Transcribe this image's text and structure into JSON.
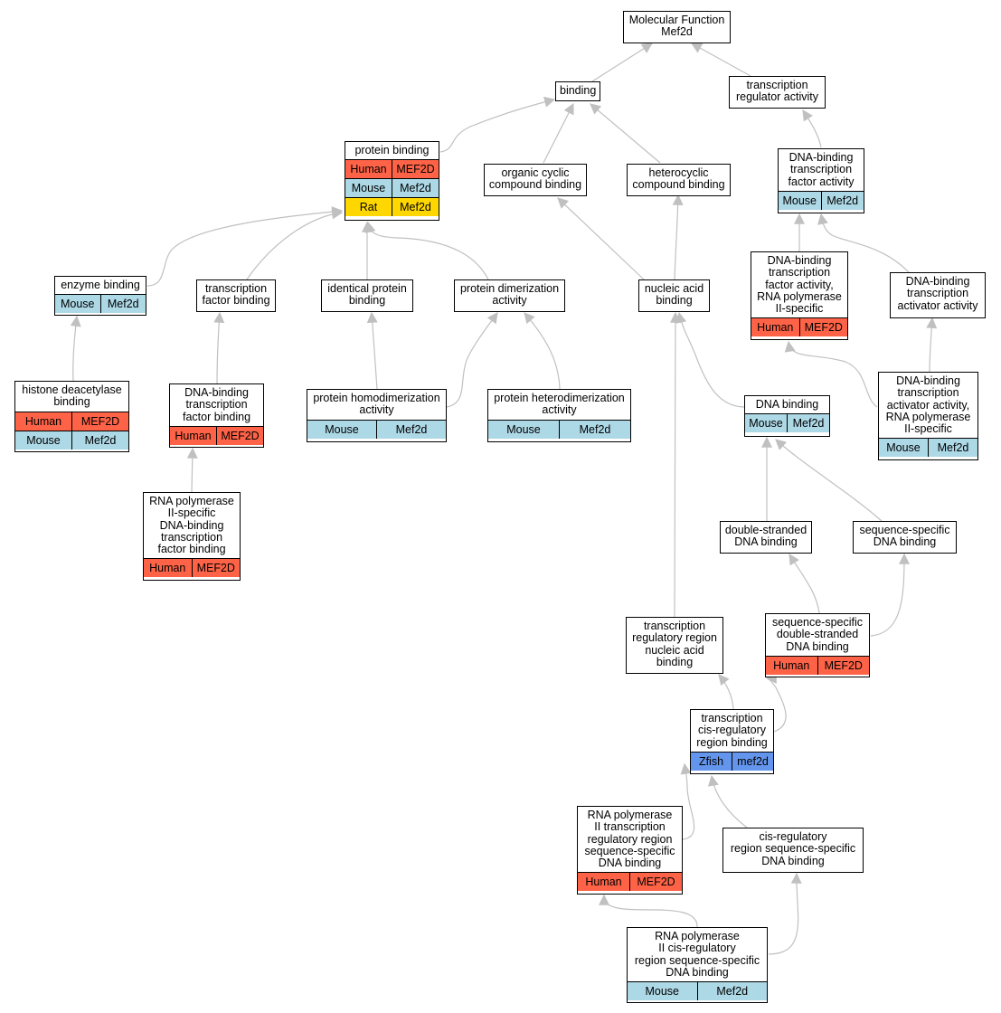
{
  "colors": {
    "edge": "#c0c0c0",
    "Human": "#ff6347",
    "Mouse": "#add8e6",
    "Rat": "#ffd700",
    "Zfish": "#6495ed"
  },
  "nodes": [
    {
      "id": "mf",
      "label": "Molecular Function\nMef2d",
      "rows": []
    },
    {
      "id": "binding",
      "label": "binding",
      "rows": []
    },
    {
      "id": "tra",
      "label": "transcription\nregulator activity",
      "rows": []
    },
    {
      "id": "protein_binding",
      "label": "protein binding",
      "rows": [
        [
          "Human",
          "MEF2D"
        ],
        [
          "Mouse",
          "Mef2d"
        ],
        [
          "Rat",
          "Mef2d"
        ]
      ]
    },
    {
      "id": "organic",
      "label": "organic cyclic\ncompound binding",
      "rows": []
    },
    {
      "id": "heterocyclic",
      "label": "heterocyclic\ncompound binding",
      "rows": []
    },
    {
      "id": "dbtfa",
      "label": "DNA-binding\ntranscription\nfactor activity",
      "rows": [
        [
          "Mouse",
          "Mef2d"
        ]
      ]
    },
    {
      "id": "enzyme",
      "label": "enzyme binding",
      "rows": [
        [
          "Mouse",
          "Mef2d"
        ]
      ]
    },
    {
      "id": "tfb",
      "label": "transcription\nfactor binding",
      "rows": []
    },
    {
      "id": "identical",
      "label": "identical protein\nbinding",
      "rows": []
    },
    {
      "id": "dimerization",
      "label": "protein dimerization\nactivity",
      "rows": []
    },
    {
      "id": "nucleic",
      "label": "nucleic acid\nbinding",
      "rows": []
    },
    {
      "id": "dbtfa_rnap",
      "label": "DNA-binding\ntranscription\nfactor activity,\nRNA polymerase\nII-specific",
      "rows": [
        [
          "Human",
          "MEF2D"
        ]
      ]
    },
    {
      "id": "dbtaa",
      "label": "DNA-binding\ntranscription\nactivator activity",
      "rows": []
    },
    {
      "id": "histone",
      "label": "histone deacetylase\nbinding",
      "rows": [
        [
          "Human",
          "MEF2D"
        ],
        [
          "Mouse",
          "Mef2d"
        ]
      ]
    },
    {
      "id": "dbtfb",
      "label": "DNA-binding\ntranscription\nfactor binding",
      "rows": [
        [
          "Human",
          "MEF2D"
        ]
      ]
    },
    {
      "id": "homodim",
      "label": "protein homodimerization\nactivity",
      "rows": [
        [
          "Mouse",
          "Mef2d"
        ]
      ]
    },
    {
      "id": "heterodim",
      "label": "protein heterodimerization\nactivity",
      "rows": [
        [
          "Mouse",
          "Mef2d"
        ]
      ]
    },
    {
      "id": "dna_binding",
      "label": "DNA binding",
      "rows": [
        [
          "Mouse",
          "Mef2d"
        ]
      ]
    },
    {
      "id": "dbtaa_rnap",
      "label": "DNA-binding\ntranscription\nactivator activity,\nRNA polymerase\nII-specific",
      "rows": [
        [
          "Mouse",
          "Mef2d"
        ]
      ]
    },
    {
      "id": "rnap_dbtfb",
      "label": "RNA polymerase\nII-specific\nDNA-binding\ntranscription\nfactor binding",
      "rows": [
        [
          "Human",
          "MEF2D"
        ]
      ]
    },
    {
      "id": "dsdna",
      "label": "double-stranded\nDNA binding",
      "rows": []
    },
    {
      "id": "ssdna",
      "label": "sequence-specific\nDNA binding",
      "rows": []
    },
    {
      "id": "trr",
      "label": "transcription\nregulatory region\nnucleic acid\nbinding",
      "rows": []
    },
    {
      "id": "ssds",
      "label": "sequence-specific\ndouble-stranded\nDNA binding",
      "rows": [
        [
          "Human",
          "MEF2D"
        ]
      ]
    },
    {
      "id": "tcis",
      "label": "transcription\ncis-regulatory\nregion binding",
      "rows": [
        [
          "Zfish",
          "mef2d"
        ]
      ]
    },
    {
      "id": "rnap_trr",
      "label": "RNA polymerase\nII transcription\nregulatory region\nsequence-specific\nDNA binding",
      "rows": [
        [
          "Human",
          "MEF2D"
        ]
      ]
    },
    {
      "id": "cis_ss",
      "label": "cis-regulatory\nregion sequence-specific\nDNA binding",
      "rows": []
    },
    {
      "id": "rnap_cis",
      "label": "RNA polymerase\nII cis-regulatory\nregion sequence-specific\nDNA binding",
      "rows": [
        [
          "Mouse",
          "Mef2d"
        ]
      ]
    }
  ]
}
